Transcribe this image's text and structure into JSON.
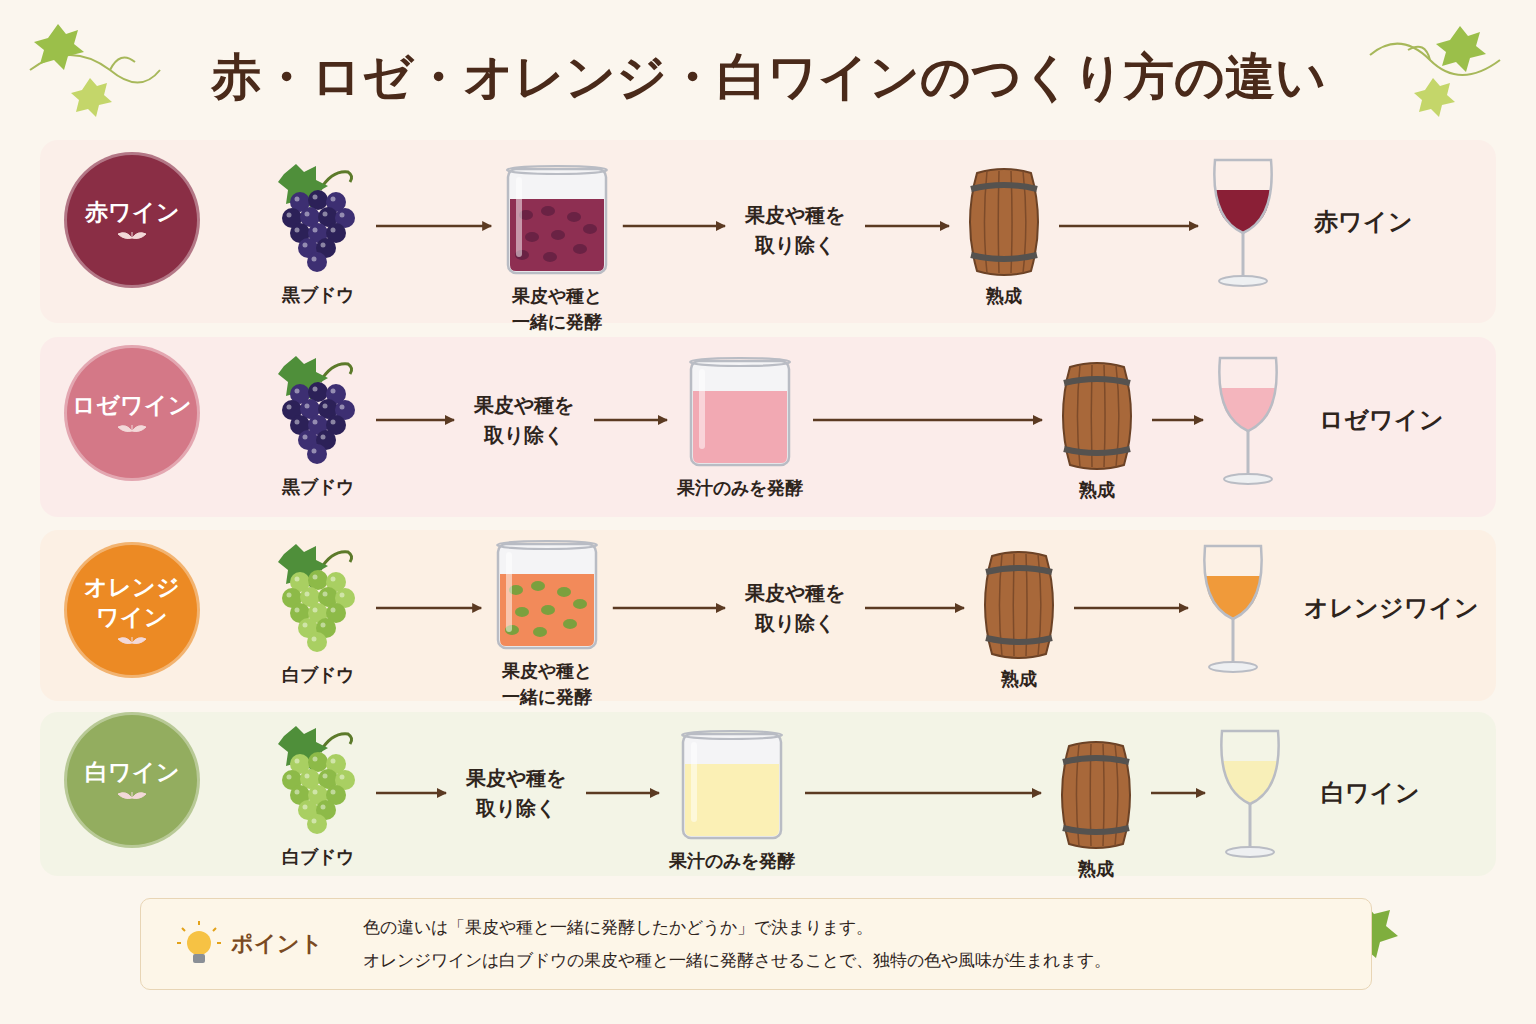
{
  "diagram": {
    "title": "赤・ロゼ・オレンジ・白ワインのつくり方の違い",
    "nodes": [
      {
        "text": [
          "赤ワイン"
        ]
      },
      {
        "text": [
          "黒ブドウ"
        ]
      },
      {
        "text": [
          "果皮や種と 一緒に発酵"
        ]
      },
      {
        "text": [
          "果皮や種を 取り除く"
        ]
      },
      {
        "text": [
          "熟成"
        ]
      },
      {
        "text": [
          "赤ワイン"
        ]
      },
      {
        "text": [
          "ロゼワイン"
        ]
      },
      {
        "text": [
          "黒ブドウ"
        ]
      },
      {
        "text": [
          "果皮や種を 取り除く"
        ]
      },
      {
        "text": [
          "果汁のみを発酵"
        ]
      },
      {
        "text": [
          "熟成"
        ]
      },
      {
        "text": [
          "ロゼワイン"
        ]
      },
      {
        "text": [
          "オレンジ ワイン"
        ]
      },
      {
        "text": [
          "白ブドウ"
        ]
      },
      {
        "text": [
          "果皮や種と 一緒に発酵"
        ]
      },
      {
        "text": [
          "果皮や種を 取り除く"
        ]
      },
      {
        "text": [
          "熟成"
        ]
      },
      {
        "text": [
          "オレンジワイン"
        ]
      },
      {
        "text": [
          "白ワイン"
        ]
      },
      {
        "text": [
          "白ブドウ"
        ]
      },
      {
        "text": [
          "果皮や種を 取り除く"
        ]
      },
      {
        "text": [
          "果汁のみを発酵"
        ]
      },
      {
        "text": [
          "熟成"
        ]
      },
      {
        "text": [
          "白ワイン"
        ]
      },
      {
        "text": [
          "ポイント",
          "色の違いは「果皮や種と一緒に発酵したかどうか」で決まります。",
          "オレンジワインは白ブドウの果皮や種と一緒に発酵させることで、独特の色や風味が生まれます。"
        ]
      }
    ],
    "edges": [
      {
        "from": 1,
        "to": 2,
        "arrow": "to"
      },
      {
        "from": 2,
        "to": 3,
        "arrow": "to"
      },
      {
        "from": 3,
        "to": 4,
        "arrow": "to"
      },
      {
        "from": 4,
        "to": 5,
        "arrow": "to"
      },
      {
        "from": 7,
        "to": 8,
        "arrow": "to"
      },
      {
        "from": 8,
        "to": 9,
        "arrow": "to"
      },
      {
        "from": 9,
        "to": 10,
        "arrow": "to"
      },
      {
        "from": 10,
        "to": 11,
        "arrow": "to"
      },
      {
        "from": 13,
        "to": 14,
        "arrow": "to"
      },
      {
        "from": 14,
        "to": 15,
        "arrow": "to"
      },
      {
        "from": 15,
        "to": 16,
        "arrow": "to"
      },
      {
        "from": 16,
        "to": 17,
        "arrow": "to"
      },
      {
        "from": 19,
        "to": 20,
        "arrow": "to"
      },
      {
        "from": 20,
        "to": 21,
        "arrow": "to"
      },
      {
        "from": 21,
        "to": 22,
        "arrow": "to"
      },
      {
        "from": 22,
        "to": 23,
        "arrow": "to"
      }
    ]
  }
}
